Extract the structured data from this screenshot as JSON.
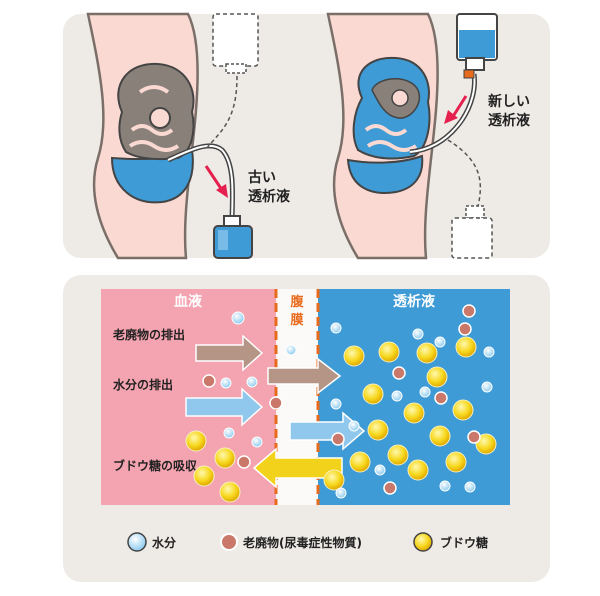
{
  "top": {
    "label_old": [
      "古い",
      "透析液"
    ],
    "label_new": [
      "新しい",
      "透析液"
    ]
  },
  "bottom": {
    "blood_title": "血液",
    "membrane_title": [
      "腹",
      "膜"
    ],
    "dialysate_title": "透析液",
    "waste_label": "老廃物の排出",
    "water_label": "水分の排出",
    "glucose_label": "ブドウ糖の吸収"
  },
  "legend": {
    "water": "水分",
    "waste": "老廃物(尿毒症性物質)",
    "glucose": "ブドウ糖"
  },
  "colors": {
    "blood": "#f4a3b0",
    "dialysate": "#3e9bd6",
    "membrane": "#e86a1c",
    "waste_arrow": "#b59586",
    "water_arrow": "#8fc8ec",
    "glucose_arrow": "#f2d21a",
    "arrow_red": "#e5204f"
  }
}
